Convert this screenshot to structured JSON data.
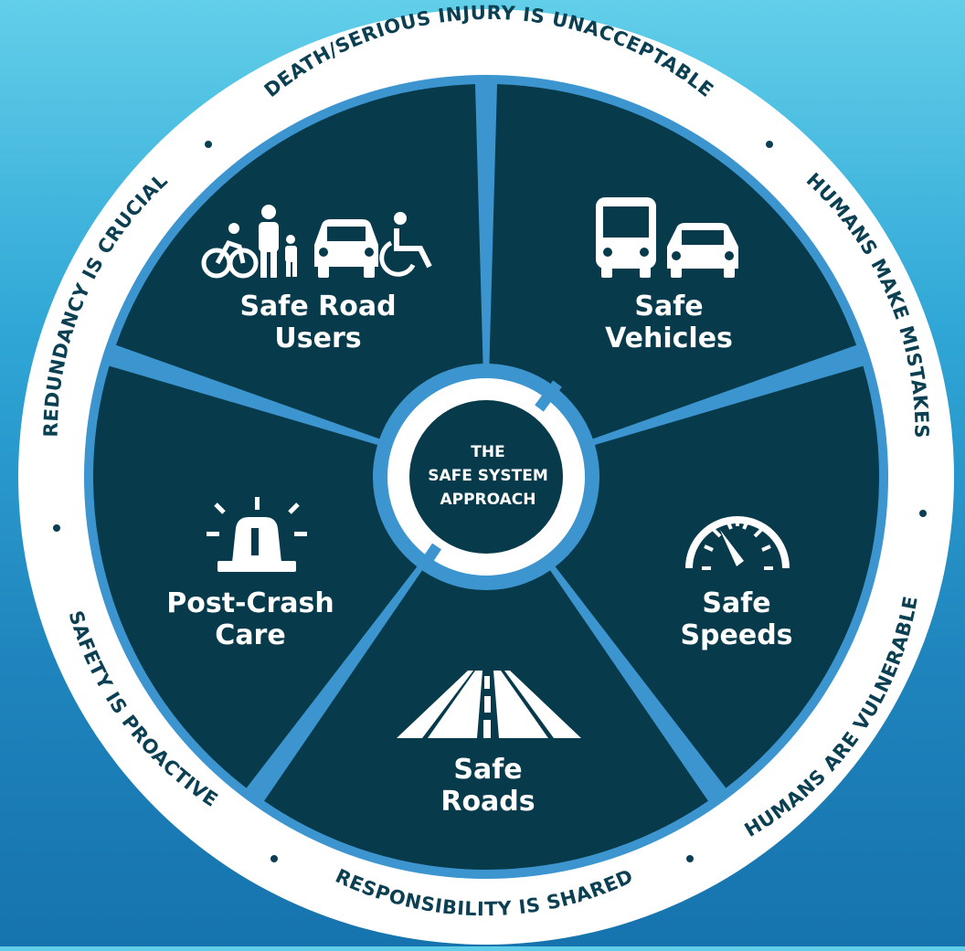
{
  "ring_principles": [
    {
      "id": "death",
      "text": "DEATH/SERIOUS INJURY IS UNACCEPTABLE"
    },
    {
      "id": "mistakes",
      "text": "HUMANS MAKE MISTAKES"
    },
    {
      "id": "vulnerable",
      "text": "HUMANS ARE VULNERABLE"
    },
    {
      "id": "shared",
      "text": "RESPONSIBILITY IS SHARED"
    },
    {
      "id": "proactive",
      "text": "SAFETY IS PROACTIVE"
    },
    {
      "id": "redundancy",
      "text": "REDUNDANCY IS CRUCIAL"
    }
  ],
  "segments": [
    {
      "id": "road-users",
      "lines": [
        "Safe Road",
        "Users"
      ],
      "icon": "road-users-icon"
    },
    {
      "id": "vehicles",
      "lines": [
        "Safe",
        "Vehicles"
      ],
      "icon": "vehicles-icon"
    },
    {
      "id": "speeds",
      "lines": [
        "Safe",
        "Speeds"
      ],
      "icon": "speedometer-icon"
    },
    {
      "id": "roads",
      "lines": [
        "Safe",
        "Roads"
      ],
      "icon": "road-icon"
    },
    {
      "id": "post-crash",
      "lines": [
        "Post-Crash",
        "Care"
      ],
      "icon": "siren-icon"
    }
  ],
  "center": {
    "lines": [
      "THE",
      "SAFE SYSTEM",
      "APPROACH"
    ]
  },
  "colors": {
    "segment": "#073b4c",
    "divider": "#3d95cf",
    "outer_ring": "#ffffff",
    "ring_text": "#0b3f52",
    "icon": "#ffffff"
  }
}
